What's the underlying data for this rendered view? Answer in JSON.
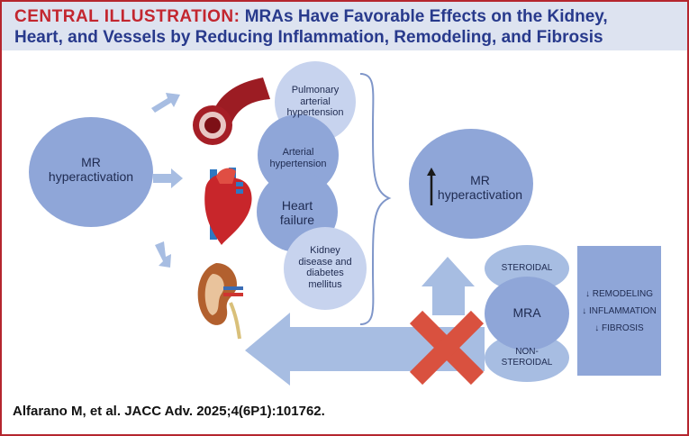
{
  "header": {
    "prefix": "CENTRAL ILLUSTRATION:",
    "title_rest": "MRAs Have Favorable Effects on the Kidney,",
    "title_line2": "Heart, and Vessels by Reducing Inflammation, Remodeling, and Fibrosis"
  },
  "left": {
    "mr_label_1": "MR",
    "mr_label_2": "hyperactivation"
  },
  "conditions": {
    "pah_1": "Pulmonary",
    "pah_2": "arterial",
    "pah_3": "hypertension",
    "arterial_1": "Arterial",
    "arterial_2": "hypertension",
    "hf_1": "Heart",
    "hf_2": "failure",
    "kidney_1": "Kidney",
    "kidney_2": "disease and",
    "kidney_3": "diabetes",
    "kidney_4": "mellitus"
  },
  "right": {
    "mr_label_1": "MR",
    "mr_label_2": "hyperactivation",
    "steroidal": "STEROIDAL",
    "mra": "MRA",
    "nonsteroidal_1": "NON-",
    "nonsteroidal_2": "STEROIDAL"
  },
  "effects": {
    "remodeling": "↓ REMODELING",
    "inflammation": "↓ INFLAMMATION",
    "fibrosis": "↓ FIBROSIS"
  },
  "citation": "Alfarano M, et al. JACC Adv. 2025;4(6P1):101762.",
  "colors": {
    "ellipse_blue": "#8fa6d8",
    "arrow_blue": "#a7bde2",
    "condition_circle": "#c7d3ee",
    "title_red": "#c3262f",
    "title_blue": "#283a8c",
    "x_red": "#d9513f"
  }
}
